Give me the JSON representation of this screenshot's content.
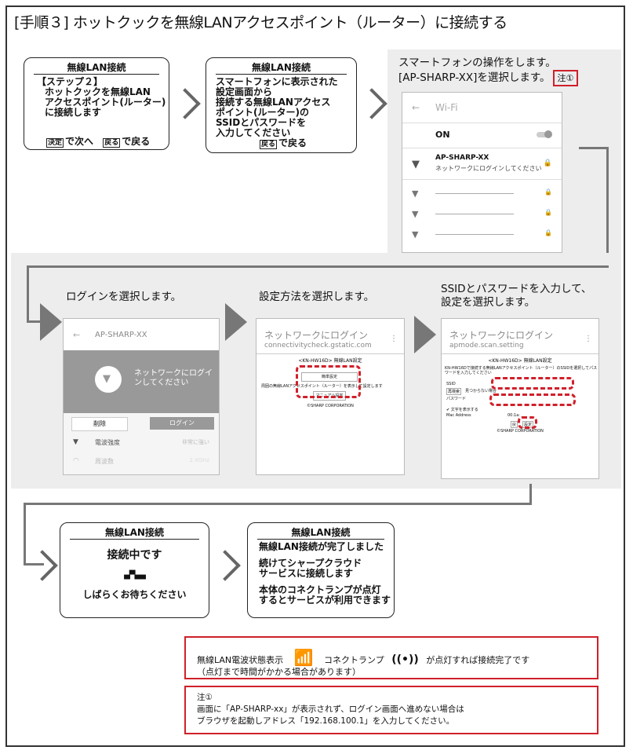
{
  "title": "[手順３] ホットクックを無線LANアクセスポイント（ルーター）に接続する",
  "step1": {
    "heading": "無線LAN接続",
    "lines": [
      "【ステップ２】",
      "ホットクックを無線LAN",
      "アクセスポイント(ルーター)",
      "に接続します"
    ],
    "footer_key1": "決定",
    "footer_text1": "で次へ",
    "footer_key2": "戻る",
    "footer_text2": "で戻る"
  },
  "step2": {
    "heading": "無線LAN接続",
    "lines": [
      "スマートフォンに表示された",
      "設定画面から",
      "接続する無線LANアクセス",
      "ポイント(ルーター)の",
      "SSIDとパスワードを",
      "入力してください"
    ],
    "footer_key": "戻る",
    "footer_text": "で戻る"
  },
  "step3": {
    "caption1": "スマートフォンの操作をします。",
    "caption2": "[AP-SHARP-XX]を選択します。",
    "note_tag": "注①",
    "wifi_title": "Wi-Fi",
    "on_label": "ON",
    "network_name": "AP-SHARP-XX",
    "network_sub": "ネットワークにログインしてください"
  },
  "step4": {
    "caption": "ログインを選択します。",
    "ap_name": "AP-SHARP-XX",
    "login_msg": "ネットワークにログインしてください",
    "delete_btn": "削除",
    "login_btn": "ログイン",
    "signal_label": "電波強度",
    "signal_value": "非常に強い",
    "freq_label": "周波数",
    "freq_value": "2.4GHz"
  },
  "step5": {
    "caption": "設定方法を選択します。",
    "page_title": "ネットワークにログイン",
    "url": "connectivitycheck.gstatic.com",
    "setting_title": "<KN-HW16D> 無線LAN設定",
    "simple_btn": "簡単設定",
    "desc": "周囲の無線LANアクセスポイント（ルーター）を表示して設定します",
    "manual_btn": "マニュアル設定",
    "copyright": "©SHARP CORPORATION"
  },
  "step6": {
    "caption1": "SSIDとパスワードを入力して、",
    "caption2": "設定を選択します。",
    "page_title": "ネットワークにログイン",
    "url": "apmode.scan.setting",
    "setting_title": "<KN-HW16D> 無線LAN設定",
    "desc": "KN-HW16Dで接続する無線LANアクセスポイント（ルーター）のSSIDを選択してパスワードを入力してください",
    "ssid_label": "SSID",
    "rescan_btn": "再検索",
    "notfound": "見つからない場合",
    "password_label": "パスワード",
    "show_text": "✔ 文字を表示する",
    "mac_label": "Mac Address",
    "mac_value": "00:1a:",
    "back_btn": "戻",
    "set_btn": "設定",
    "copyright": "©SHARP CORPORATION"
  },
  "step7": {
    "heading": "無線LAN接続",
    "connecting": "接続中です",
    "wait": "しばらくお待ちください"
  },
  "step8": {
    "heading": "無線LAN接続",
    "lines": [
      "無線LAN接続が完了しました",
      "",
      "続けてシャープクラウド",
      "サービスに接続します",
      "",
      "本体のコネクトランプが点灯",
      "するとサービスが利用できます"
    ]
  },
  "info": {
    "wifi_label": "無線LAN電波状態表示",
    "lamp_label": "コネクトランプ",
    "done_text": "が点灯すれば接続完了です",
    "note": "（点灯まで時間がかかる場合があります）"
  },
  "note1": {
    "tag": "注①",
    "line1": "画面に「AP-SHARP-xx」が表示されず、ログイン画面へ進めない場合は",
    "line2": "ブラウザを起動しアドレス「192.168.100.1」を入力してください。"
  },
  "colors": {
    "accent_red": "#d0202a",
    "panel_gray": "#ededed",
    "phone_header_gray": "#999999"
  }
}
